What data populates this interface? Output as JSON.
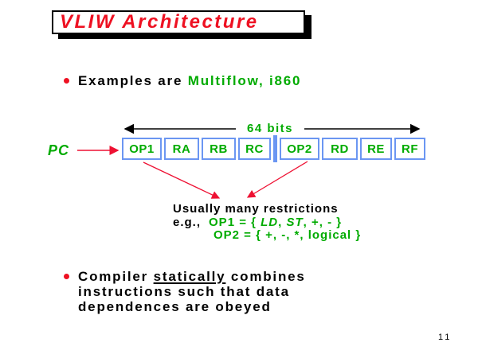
{
  "slide": {
    "title": "VLIW Architecture",
    "page_number": "11"
  },
  "bullet_examples": {
    "prefix": "Examples are ",
    "highlight": "Multiflow, i860"
  },
  "diagram": {
    "bits_label": "64 bits",
    "pc_label": "PC",
    "instruction_fields": [
      "OP1",
      "RA",
      "RB",
      "RC",
      "OP2",
      "RD",
      "RE",
      "RF"
    ],
    "restrictions": {
      "line1": "Usually many restrictions",
      "eg_label": "e.g.,",
      "op1_prefix": "OP1 = { ",
      "op1_ld": "LD",
      "op1_comma": ", ",
      "op1_st": "ST",
      "op1_suffix": ", +, - }",
      "op2_line": "OP2 = { +, -, *, logical }"
    }
  },
  "bullet_compiler": {
    "line1_pre": "Compiler ",
    "line1_underlined": "statically",
    "line1_post": " combines",
    "line2": "instructions such that data",
    "line3": "dependences are obeyed"
  },
  "colors": {
    "title_red": "#ee1122",
    "text_green": "#00ab00",
    "cell_border_blue": "#6b96f2",
    "arrow_red": "#ee1133",
    "arrow_black": "#000000"
  }
}
